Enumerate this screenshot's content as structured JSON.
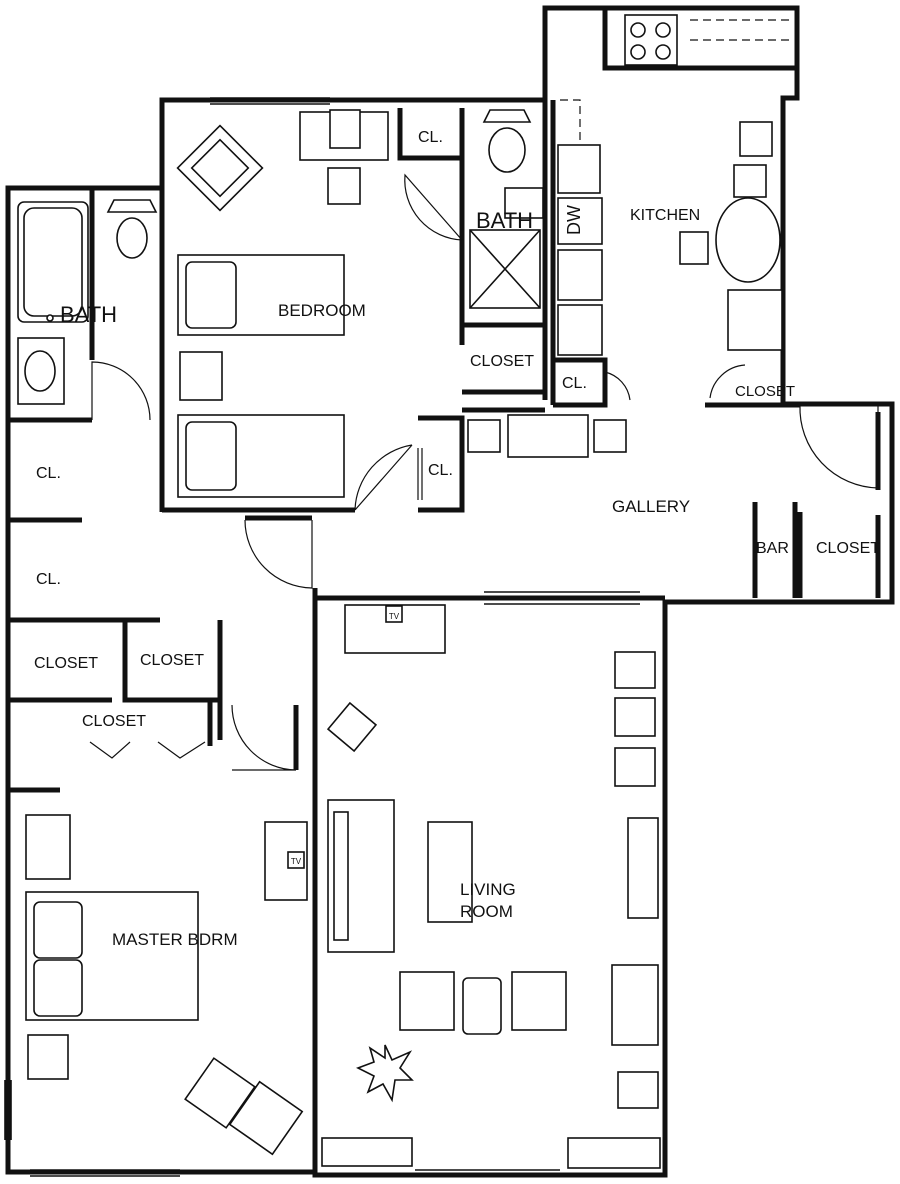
{
  "rooms": {
    "bath_left": "BATH",
    "bedroom": "BEDROOM",
    "closet_bedroom": "CL.",
    "bath_center": "BATH",
    "dw": "DW",
    "kitchen": "KITCHEN",
    "closet_center": "CLOSET",
    "cl_kitchen": "CL.",
    "closet_kitchen": "CLOSET",
    "cl_left_1": "CL.",
    "cl_hall": "CL.",
    "gallery": "GALLERY",
    "bar": "BAR",
    "closet_gallery": "CLOSET",
    "cl_left_2": "CL.",
    "closet_a": "CLOSET",
    "closet_b": "CLOSET",
    "closet_c": "CLOSET",
    "master": "MASTER BDRM",
    "living_1": "LIVING",
    "living_2": "ROOM",
    "tv_1": "TV",
    "tv_2": "TV"
  },
  "colors": {
    "line": "#111111",
    "background": "#ffffff"
  }
}
